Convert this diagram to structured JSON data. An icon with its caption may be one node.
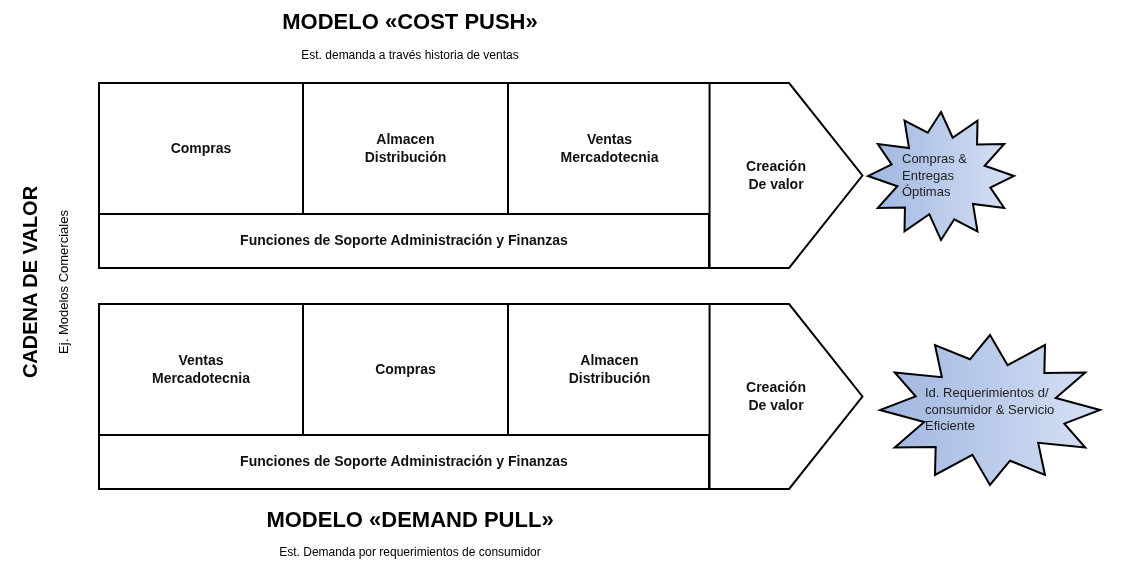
{
  "diagram": {
    "nodes": [
      {
        "text": [
          "Compras"
        ]
      },
      {
        "text": [
          "Almacen Distribución"
        ]
      },
      {
        "text": [
          "Ventas Mercadotecnia"
        ]
      },
      {
        "text": [
          "Funciones de Soporte  Administración y Finanzas"
        ]
      },
      {
        "text": [
          "Creación De valor"
        ]
      },
      {
        "text": [
          "Compras & Entregas Óptimas"
        ]
      },
      {
        "text": [
          "Ventas Mercadotecnia"
        ]
      },
      {
        "text": [
          "Compras"
        ]
      },
      {
        "text": [
          "Almacen Distribución"
        ]
      },
      {
        "text": [
          "Funciones de Soporte  Administración y Finanzas"
        ]
      },
      {
        "text": [
          "Creación De valor"
        ]
      },
      {
        "text": [
          "Id. Requerimientos d/ consumidor & Servicio Eficiente"
        ]
      }
    ],
    "edges": [],
    "labels": [
      "MODELO «COST  PUSH»",
      "Est. demanda a través historia de ventas",
      "CADENA DE VALOR",
      "Ej. Modelos Comerciales",
      "MODELO «DEMAND  PULL»",
      "Est. Demanda por requerimientos de consumidor"
    ]
  }
}
